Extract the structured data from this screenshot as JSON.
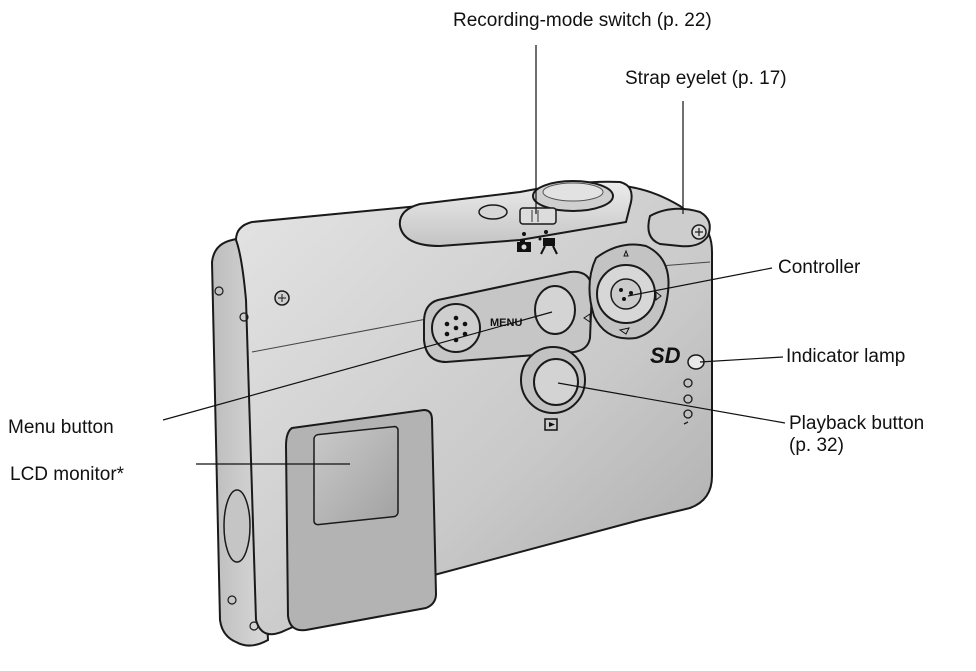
{
  "labels": {
    "recording_mode_switch": "Recording-mode switch (p. 22)",
    "strap_eyelet": "Strap eyelet (p. 17)",
    "controller": "Controller",
    "indicator_lamp": "Indicator lamp",
    "menu_button": "Menu button",
    "playback_button_line1": "Playback button",
    "playback_button_line2": "(p. 32)",
    "lcd_monitor": "LCD monitor*"
  },
  "camera_markings": {
    "menu_text": "MENU",
    "sd_logo": "SD"
  }
}
